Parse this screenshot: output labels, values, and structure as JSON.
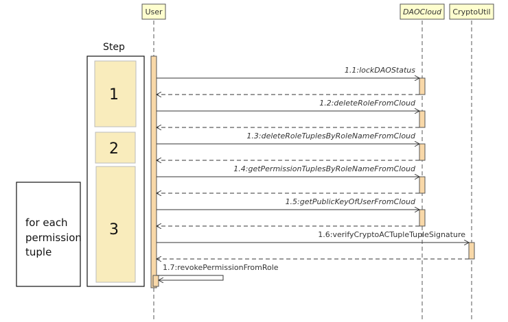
{
  "participants": [
    {
      "id": "user",
      "label": "User",
      "italic": false
    },
    {
      "id": "dao",
      "label": "DAOCloud",
      "italic": true
    },
    {
      "id": "crypto",
      "label": "CryptoUtil",
      "italic": false
    }
  ],
  "messages": [
    {
      "label": "1.1:lockDAOStatus",
      "italic": true,
      "to": "dao"
    },
    {
      "label": "1.2:deleteRoleFromCloud",
      "italic": true,
      "to": "dao"
    },
    {
      "label": "1.3:deleteRoleTuplesByRoleNameFromCloud",
      "italic": true,
      "to": "dao"
    },
    {
      "label": "1.4:getPermissionTuplesByRoleNameFromCloud",
      "italic": true,
      "to": "dao"
    },
    {
      "label": "1.5:getPublicKeyOfUserFromCloud",
      "italic": true,
      "to": "dao"
    },
    {
      "label": "1.6:verifyCryptoACTupleTupleSignature",
      "italic": false,
      "to": "crypto"
    }
  ],
  "self_message": {
    "label": "1.7:revokePermissionFromRole"
  },
  "steps": {
    "title": "Step",
    "items": [
      "1",
      "2",
      "3"
    ]
  },
  "note": {
    "lines": [
      "for each",
      "permission",
      "tuple"
    ]
  },
  "colors": {
    "participant_fill": "#fefece",
    "activation_fill": "#f8d8a8",
    "step_fill": "#f9ecbc",
    "line": "#333333"
  }
}
